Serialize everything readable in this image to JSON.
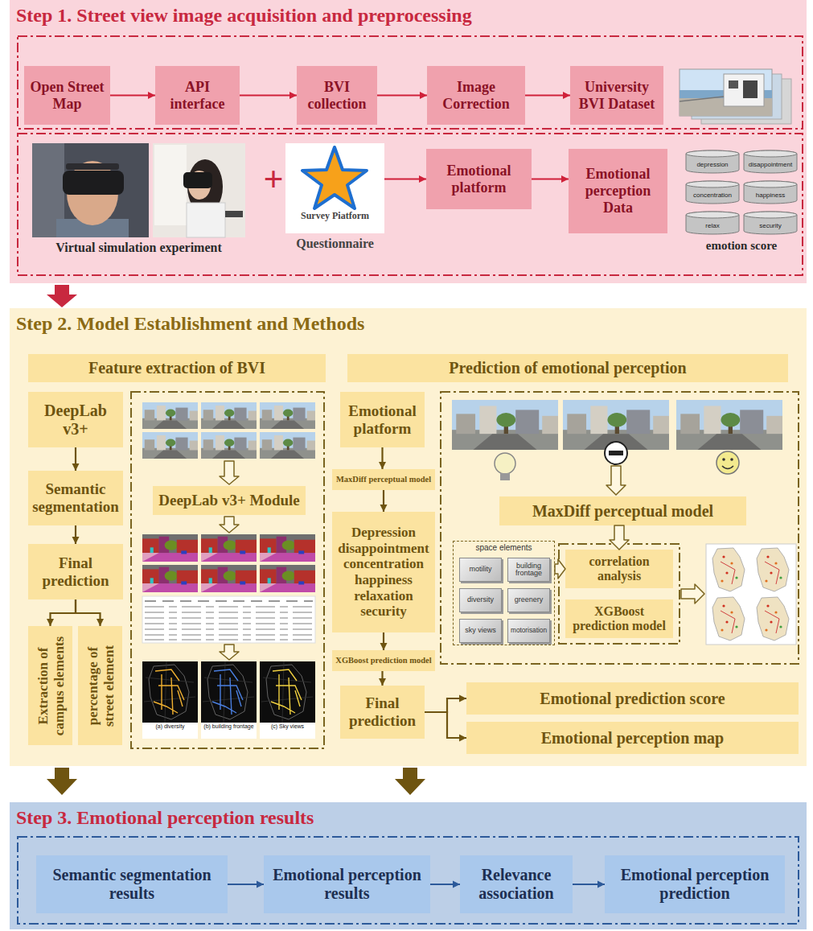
{
  "diagram": {
    "nodes": [
      {
        "text": [
          "Step 1. Street view image acquisition and preprocessing"
        ]
      },
      {
        "text": [
          "Open Street Map"
        ],
        "in": 0
      },
      {
        "text": [
          "API interface"
        ],
        "in": 0
      },
      {
        "text": [
          "BVI collection"
        ],
        "in": 0
      },
      {
        "text": [
          "Image Correction"
        ],
        "in": 0
      },
      {
        "text": [
          "University BVI Dataset"
        ],
        "in": 0
      },
      {
        "text": [
          "Survey Piatform",
          "Questionnaire"
        ],
        "in": 0
      },
      {
        "text": [
          "Emotional platform"
        ],
        "in": 0
      },
      {
        "text": [
          "Emotional perception Data"
        ],
        "in": 0
      },
      {
        "text": [
          "depression"
        ],
        "in": 0
      },
      {
        "text": [
          "disappointment"
        ],
        "in": 0
      },
      {
        "text": [
          "concentration"
        ],
        "in": 0
      },
      {
        "text": [
          "happiness"
        ],
        "in": 0
      },
      {
        "text": [
          "relax"
        ],
        "in": 0
      },
      {
        "text": [
          "security"
        ],
        "in": 0
      },
      {
        "text": [
          "Step 2. Model Establishment and Methods"
        ]
      },
      {
        "text": [
          "Feature extraction of BVI"
        ],
        "in": 15
      },
      {
        "text": [
          "Prediction of emotional perception"
        ],
        "in": 15
      },
      {
        "text": [
          "DeepLab v3+"
        ],
        "in": 15
      },
      {
        "text": [
          "Semantic segmentation"
        ],
        "in": 15
      },
      {
        "text": [
          "Final prediction"
        ],
        "in": 15
      },
      {
        "text": [
          "Extraction of campus elements"
        ],
        "in": 15
      },
      {
        "text": [
          "percentage of street element"
        ],
        "in": 15
      },
      {
        "text": [
          "DeepLab v3+ Module"
        ],
        "in": 15
      },
      {
        "text": [
          "Emotional platform"
        ],
        "in": 15
      },
      {
        "text": [
          "MaxDiff perceptual model"
        ],
        "in": 15
      },
      {
        "text": [
          "Depression disappointment concentration happiness relaxation security"
        ],
        "in": 15
      },
      {
        "text": [
          "XGBoost prediction model"
        ],
        "in": 15
      },
      {
        "text": [
          "Final prediction"
        ],
        "in": 15
      },
      {
        "text": [
          "MaxDiff perceptual model"
        ],
        "in": 15
      },
      {
        "text": [
          "space elements"
        ],
        "in": 15
      },
      {
        "text": [
          "motility"
        ],
        "in": 30
      },
      {
        "text": [
          "building frontage"
        ],
        "in": 30
      },
      {
        "text": [
          "diversity"
        ],
        "in": 30
      },
      {
        "text": [
          "greenery"
        ],
        "in": 30
      },
      {
        "text": [
          "sky views"
        ],
        "in": 30
      },
      {
        "text": [
          "motorisation"
        ],
        "in": 30
      },
      {
        "text": [
          "correlation analysis"
        ],
        "in": 15
      },
      {
        "text": [
          "XGBoost prediction model"
        ],
        "in": 15
      },
      {
        "text": [
          "Emotional prediction score"
        ],
        "in": 15
      },
      {
        "text": [
          "Emotional perception map"
        ],
        "in": 15
      },
      {
        "text": [
          "Step 3. Emotional perception results"
        ]
      },
      {
        "text": [
          "Semantic segmentation results"
        ],
        "in": 41
      },
      {
        "text": [
          "Emotional perception results"
        ],
        "in": 41
      },
      {
        "text": [
          "Relevance association"
        ],
        "in": 41
      },
      {
        "text": [
          "Emotional perception prediction"
        ],
        "in": 41
      }
    ],
    "edges": [
      {
        "from": 1,
        "to": 2,
        "arrow": "to"
      },
      {
        "from": 2,
        "to": 3,
        "arrow": "to"
      },
      {
        "from": 3,
        "to": 4,
        "arrow": "to"
      },
      {
        "from": 4,
        "to": 5,
        "arrow": "to"
      },
      {
        "from": 6,
        "to": 7,
        "arrow": "to"
      },
      {
        "from": 7,
        "to": 8,
        "arrow": "to"
      },
      {
        "from": 18,
        "to": 19,
        "arrow": "to"
      },
      {
        "from": 19,
        "to": 20,
        "arrow": "to"
      },
      {
        "from": 20,
        "to": 21,
        "arrow": "to"
      },
      {
        "from": 20,
        "to": 22,
        "arrow": "to"
      },
      {
        "from": 24,
        "to": 25,
        "arrow": "to"
      },
      {
        "from": 25,
        "to": 26,
        "arrow": "to"
      },
      {
        "from": 26,
        "to": 27,
        "arrow": "to"
      },
      {
        "from": 27,
        "to": 28,
        "arrow": "to"
      },
      {
        "from": 28,
        "to": 39,
        "arrow": "to"
      },
      {
        "from": 28,
        "to": 40,
        "arrow": "to"
      },
      {
        "from": 29,
        "to": 37,
        "arrow": "to"
      },
      {
        "from": 30,
        "to": 37,
        "arrow": "to"
      },
      {
        "from": 42,
        "to": 43,
        "arrow": "to"
      },
      {
        "from": 43,
        "to": 44,
        "arrow": "to"
      },
      {
        "from": 44,
        "to": 45,
        "arrow": "to"
      }
    ],
    "labels": [
      "+",
      "Virtual simulation experiment",
      "emotion score",
      "(a) diversity",
      "(b) building frontage",
      "(c) Sky views"
    ]
  }
}
